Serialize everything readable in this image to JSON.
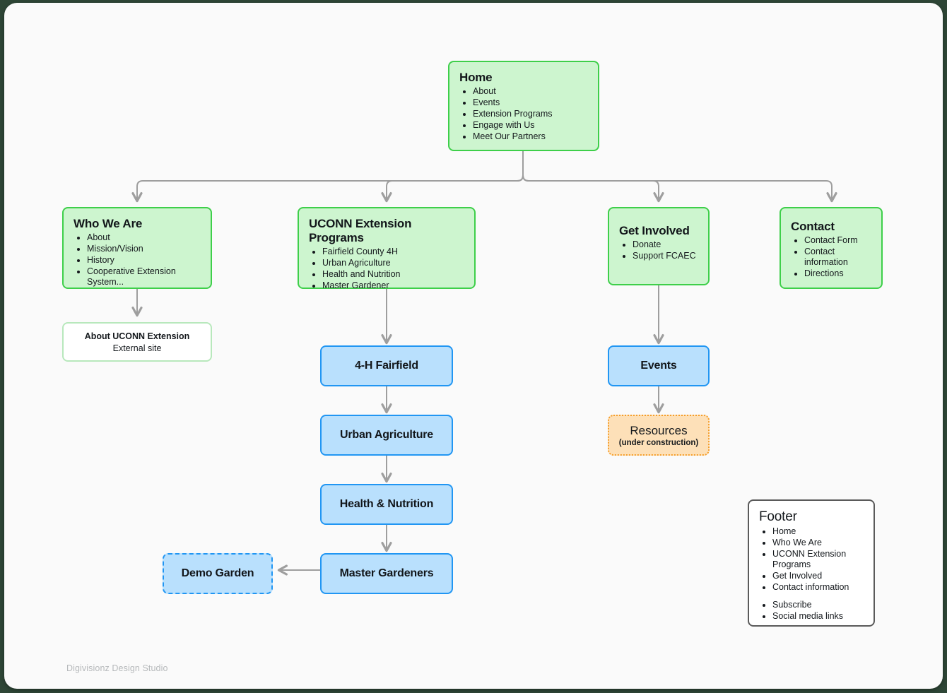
{
  "canvas": {
    "background": "#fafafa",
    "page_background": "#2e4636"
  },
  "watermark": "Digivisionz Design Studio",
  "colors": {
    "green_fill": "#cdf5cf",
    "green_border": "#3ecf4a",
    "blue_fill": "#b9e0fd",
    "blue_border": "#2196f3",
    "orange_fill": "#fde0b8",
    "orange_border": "#f59e2a",
    "external_fill": "#ffffff",
    "external_border": "#b8e8bc",
    "edge": "#9e9e9e",
    "footer_border": "#5a5a5a"
  },
  "nodes": {
    "home": {
      "title": "Home",
      "items": [
        "About",
        "Events",
        "Extension Programs",
        "Engage with Us",
        "Meet Our Partners"
      ]
    },
    "who_we_are": {
      "title": "Who We Are",
      "items": [
        "About",
        "Mission/Vision",
        "History",
        "Cooperative Extension System..."
      ]
    },
    "uconn_extension_programs": {
      "title": "UCONN Extension Programs",
      "items": [
        "Fairfield County 4H",
        "Urban Agriculture",
        "Health and Nutrition",
        "Master Gardener"
      ]
    },
    "get_involved": {
      "title": "Get Involved",
      "items": [
        "Donate",
        "Support FCAEC"
      ]
    },
    "contact": {
      "title": "Contact",
      "items": [
        "Contact Form",
        "Contact information",
        "Directions"
      ]
    },
    "about_uconn_extension": {
      "title": "About UCONN Extension",
      "subtitle": "External site"
    },
    "four_h_fairfield": {
      "title": "4-H Fairfield"
    },
    "urban_agriculture": {
      "title": "Urban Agriculture"
    },
    "health_nutrition": {
      "title": "Health & Nutrition"
    },
    "master_gardeners": {
      "title": "Master Gardeners"
    },
    "demo_garden": {
      "title": "Demo Garden"
    },
    "events": {
      "title": "Events"
    },
    "resources": {
      "title": "Resources",
      "subtitle": "(under construction)"
    },
    "footer": {
      "title": "Footer",
      "items": [
        "Home",
        "Who We Are",
        "UCONN Extension Programs",
        "Get Involved",
        "Contact information"
      ],
      "items_secondary": [
        "Subscribe",
        "Social media links"
      ]
    }
  }
}
